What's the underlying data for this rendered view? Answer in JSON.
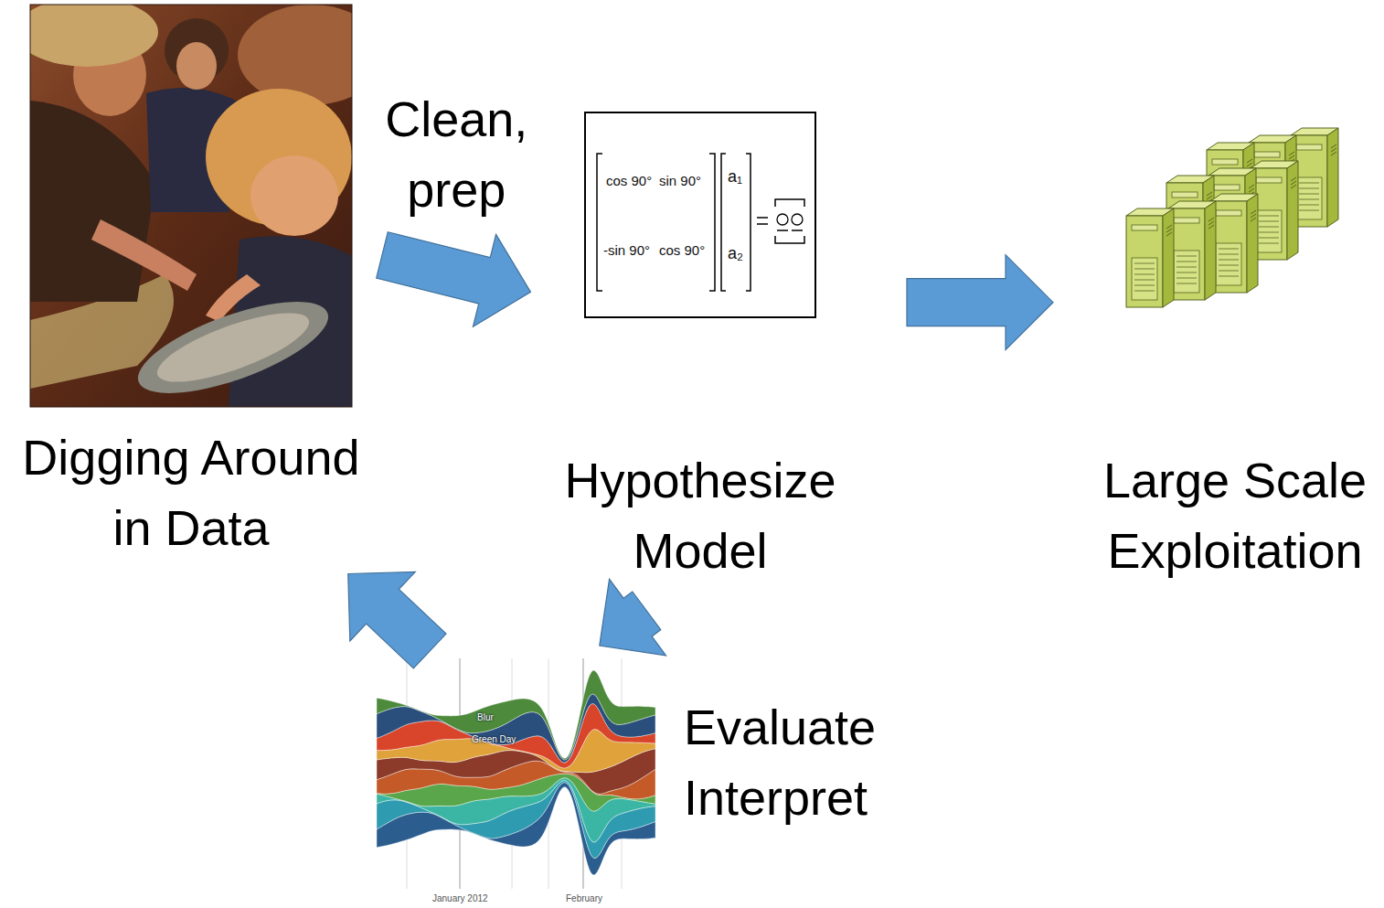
{
  "diagram": {
    "nodes": [
      {
        "text": [
          "Digging Around in Data"
        ]
      },
      {
        "text": [
          "Hypothesize Model"
        ]
      },
      {
        "text": [
          "Large Scale Exploitation"
        ]
      },
      {
        "text": [
          "Evaluate Interpret"
        ]
      }
    ],
    "edges": [
      {
        "from": 0,
        "to": 1,
        "label": "Clean, prep",
        "arrow": "to"
      },
      {
        "from": 1,
        "to": 2,
        "arrow": "to"
      },
      {
        "from": 1,
        "to": 3,
        "arrow": "to"
      },
      {
        "from": 3,
        "to": 0,
        "arrow": "to"
      }
    ],
    "labels": [
      "cos 90°",
      "sin 90°",
      "-sin 90°",
      "cos 90°",
      "a₁",
      "a₂",
      "Blur",
      "Green Day",
      "January 2012",
      "February"
    ]
  }
}
